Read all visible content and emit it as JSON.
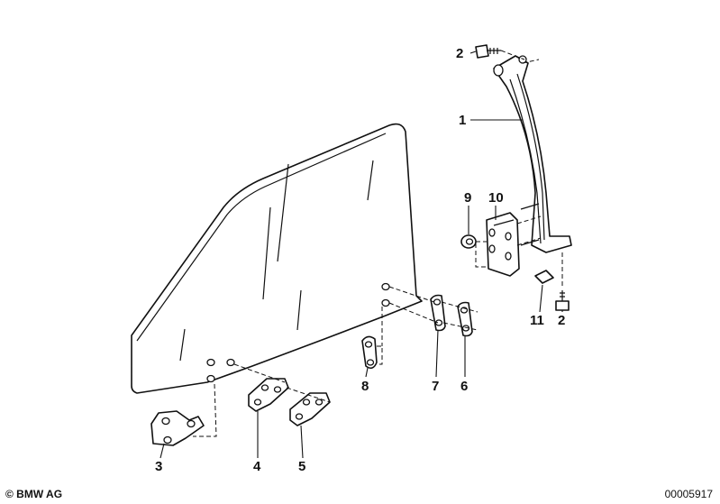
{
  "callouts": {
    "c1": "1",
    "c2a": "2",
    "c2b": "2",
    "c3": "3",
    "c4": "4",
    "c5": "5",
    "c6": "6",
    "c7": "7",
    "c8": "8",
    "c9": "9",
    "c10": "10",
    "c11": "11"
  },
  "footer": {
    "copyright": "© BMW AG",
    "document_number": "00005917"
  },
  "colors": {
    "line": "#111111",
    "background": "#ffffff"
  }
}
